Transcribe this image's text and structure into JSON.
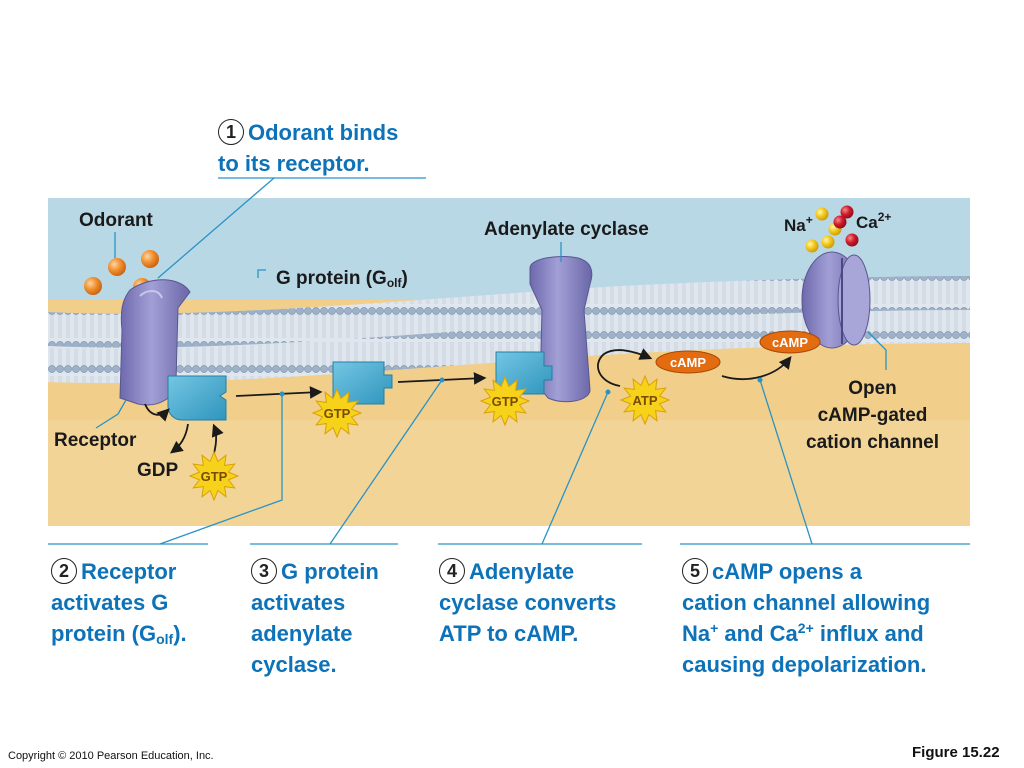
{
  "steps": [
    {
      "num": "1",
      "lines": [
        "Odorant binds",
        "to its receptor."
      ]
    },
    {
      "num": "2",
      "line1": "Receptor",
      "line2": "activates G",
      "line3_pre": "protein (G",
      "line3_sub": "olf",
      "line3_post": ")."
    },
    {
      "num": "3",
      "lines": [
        "G protein",
        "activates",
        "adenylate",
        "cyclase."
      ]
    },
    {
      "num": "4",
      "lines": [
        "Adenylate",
        "cyclase converts",
        "ATP to cAMP."
      ]
    },
    {
      "num": "5",
      "line1": "cAMP opens a",
      "line2": "cation channel allowing",
      "line3_na": "Na",
      "line3_na_sup": "+",
      "line3_mid": " and Ca",
      "line3_ca_sup": "2+",
      "line3_post": " influx and",
      "line4": "causing depolarization."
    }
  ],
  "labels": {
    "odorant": "Odorant",
    "adenylate_cyclase": "Adenylate cyclase",
    "g_protein_pre": "G protein (G",
    "g_protein_sub": "olf",
    "g_protein_post": ")",
    "receptor": "Receptor",
    "gdp": "GDP",
    "na": "Na",
    "na_sup": "+",
    "ca": "Ca",
    "ca_sup": "2+",
    "channel_lines": [
      "Open",
      "cAMP-gated",
      "cation channel"
    ]
  },
  "molecules": {
    "gtp": "GTP",
    "atp": "ATP",
    "camp": "cAMP"
  },
  "footer": {
    "copyright": "Copyright © 2010 Pearson Education, Inc.",
    "figure": "Figure 15.22"
  },
  "colors": {
    "step_text": "#0d72b8",
    "extracellular": "#b9d8e6",
    "cytoplasm": "#f1cf8a",
    "membrane_head": "#9fb3c9",
    "protein": "#8a86c4",
    "g_protein": "#3fa9cf",
    "odorant": "#f08a2a",
    "camp": "#e36b10",
    "nucleotide_star": "#f6d21a",
    "na_ion": "#f2c31a",
    "ca_ion": "#c8142a"
  }
}
